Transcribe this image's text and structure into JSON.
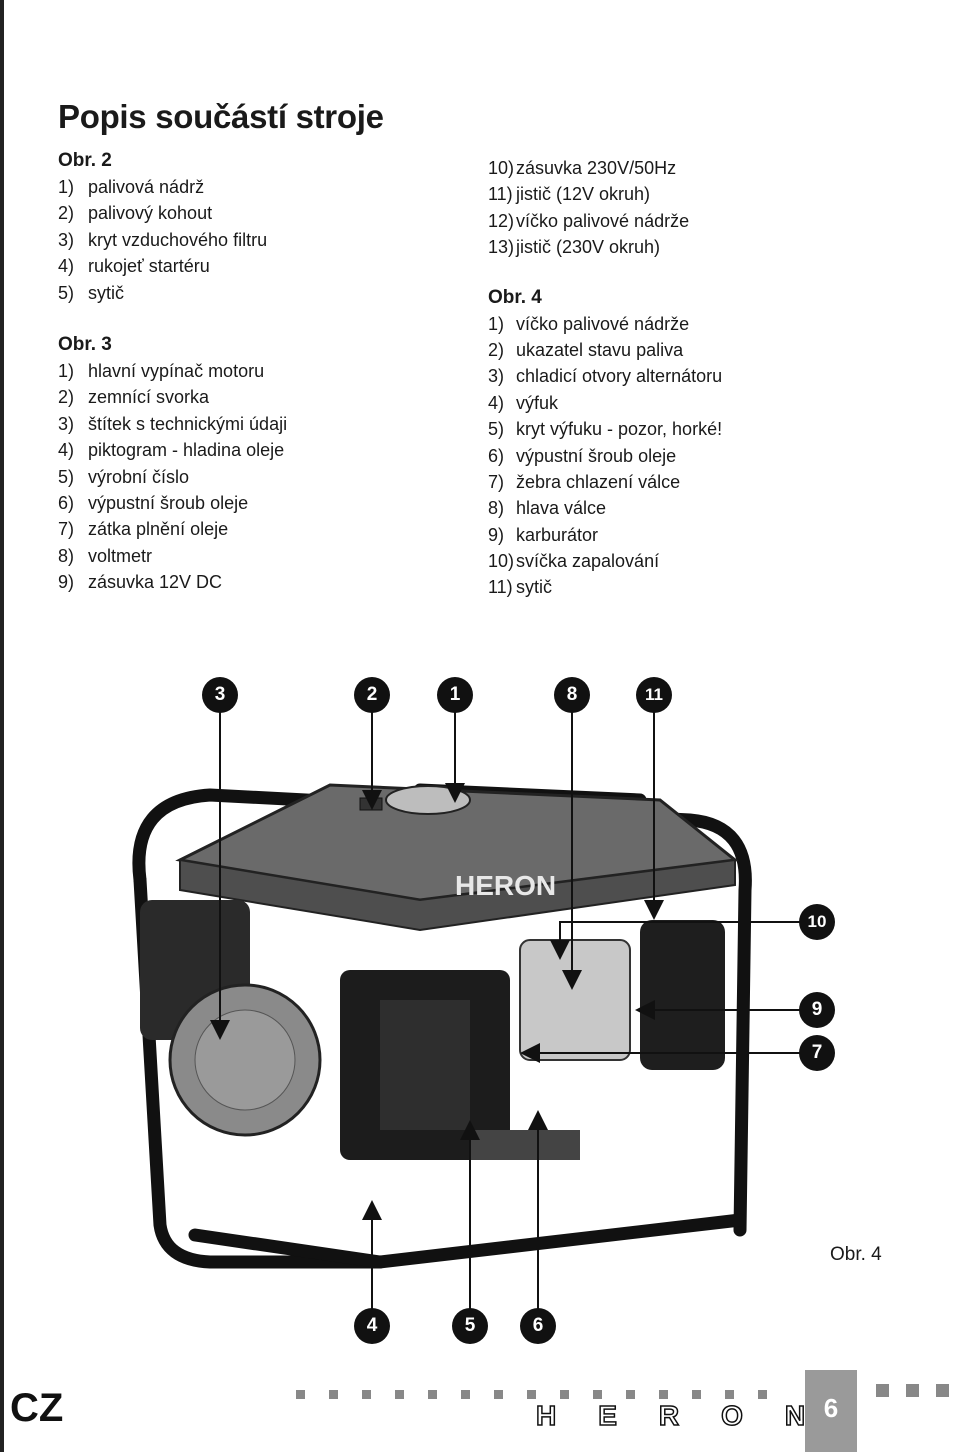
{
  "title": "Popis součástí stroje",
  "left_column": {
    "groups": [
      {
        "heading": "Obr. 2",
        "items": [
          {
            "num": "1)",
            "text": "palivová nádrž"
          },
          {
            "num": "2)",
            "text": "palivový kohout"
          },
          {
            "num": "3)",
            "text": "kryt vzduchového filtru"
          },
          {
            "num": "4)",
            "text": "rukojeť startéru"
          },
          {
            "num": "5)",
            "text": "sytič"
          }
        ]
      },
      {
        "heading": "Obr. 3",
        "items": [
          {
            "num": "1)",
            "text": "hlavní vypínač motoru"
          },
          {
            "num": "2)",
            "text": "zemnící svorka"
          },
          {
            "num": "3)",
            "text": "štítek s technickými údaji"
          },
          {
            "num": "4)",
            "text": "piktogram - hladina oleje"
          },
          {
            "num": "5)",
            "text": "výrobní číslo"
          },
          {
            "num": "6)",
            "text": "výpustní šroub oleje"
          },
          {
            "num": "7)",
            "text": "zátka plnění oleje"
          },
          {
            "num": "8)",
            "text": "voltmetr"
          },
          {
            "num": "9)",
            "text": "zásuvka 12V DC"
          }
        ]
      }
    ]
  },
  "right_column": {
    "continued_items": [
      {
        "num": "10)",
        "text": "zásuvka 230V/50Hz"
      },
      {
        "num": "11)",
        "text": "jistič (12V okruh)"
      },
      {
        "num": "12)",
        "text": "víčko palivové nádrže"
      },
      {
        "num": "13)",
        "text": "jistič (230V okruh)"
      }
    ],
    "group": {
      "heading": "Obr. 4",
      "items": [
        {
          "num": "1)",
          "text": "víčko palivové nádrže"
        },
        {
          "num": "2)",
          "text": "ukazatel stavu paliva"
        },
        {
          "num": "3)",
          "text": "chladicí otvory alternátoru"
        },
        {
          "num": "4)",
          "text": "výfuk"
        },
        {
          "num": "5)",
          "text": "kryt výfuku - pozor, horké!"
        },
        {
          "num": "6)",
          "text": "výpustní šroub oleje"
        },
        {
          "num": "7)",
          "text": "žebra chlazení válce"
        },
        {
          "num": "8)",
          "text": "hlava válce"
        },
        {
          "num": "9)",
          "text": "karburátor"
        },
        {
          "num": "10)",
          "text": "svíčka zapalování"
        },
        {
          "num": "11)",
          "text": "sytič"
        }
      ]
    }
  },
  "figure": {
    "brand_on_tank": "HERON",
    "callouts": {
      "c3": "3",
      "c2": "2",
      "c1": "1",
      "c8": "8",
      "c11": "11",
      "c10": "10",
      "c9": "9",
      "c7": "7",
      "c4": "4",
      "c5": "5",
      "c6": "6"
    },
    "caption": "Obr. 4"
  },
  "footer": {
    "language": "CZ",
    "brand": "HERON",
    "page_number": "6"
  }
}
